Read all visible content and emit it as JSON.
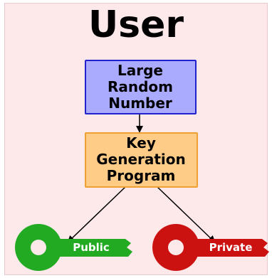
{
  "title": "User",
  "nodes": {
    "random_number": {
      "lines": [
        "Large",
        "Random",
        "Number"
      ],
      "fill": "#aaaaff",
      "stroke": "#2222cc"
    },
    "keygen": {
      "lines": [
        "Key",
        "Generation",
        "Program"
      ],
      "fill": "#ffcc88",
      "stroke": "#f0a030"
    },
    "public_key": {
      "label": "Public",
      "color": "#22aa22",
      "icon": "key-icon"
    },
    "private_key": {
      "label": "Private",
      "color": "#cc1111",
      "icon": "key-icon"
    }
  },
  "edges": [
    {
      "from": "random_number",
      "to": "keygen"
    },
    {
      "from": "keygen",
      "to": "public_key"
    },
    {
      "from": "keygen",
      "to": "private_key"
    }
  ]
}
